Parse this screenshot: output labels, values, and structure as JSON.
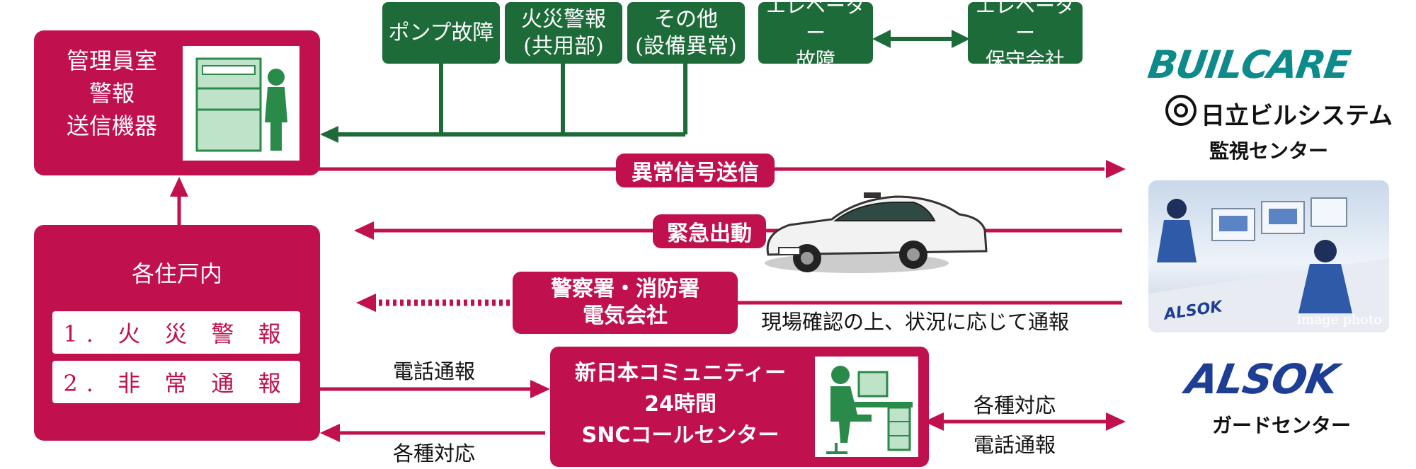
{
  "top_boxes": [
    {
      "label": "ポンプ故障"
    },
    {
      "label": "火災警報\n(共用部)"
    },
    {
      "label": "その他\n(設備異常)"
    },
    {
      "label": "エレベーター\n故障"
    },
    {
      "label": "エレベーター\n保守会社"
    }
  ],
  "manager_room": {
    "label": "管理員室\n警報\n送信機器"
  },
  "residence": {
    "title": "各住戸内",
    "items": [
      "1. 火 災 警 報",
      "2. 非 常 通 報"
    ]
  },
  "signals": {
    "abnormal": "異常信号送信",
    "emergency": "緊急出動",
    "police_fire": "警察署・消防署\n電気会社",
    "confirm_note": "現場確認の上、状況に応じて通報",
    "phone_report": "電話通報",
    "various": "各種対応",
    "right_various": "各種対応",
    "right_phone": "電話通報"
  },
  "call_center": {
    "label": "新日本コミュニティー\n24時間\nSNCコールセンター"
  },
  "right_panel": {
    "buil_logo": "BUILCARE",
    "hitachi_logo": "日立ビルシステム",
    "monitor_center": "監視センター",
    "photo_caption": "image photo",
    "photo_brand": "ALSOK",
    "alsok_logo": "ALSOK",
    "guard_center": "ガードセンター"
  },
  "colors": {
    "crimson": "#c0104e",
    "green": "#1e6b3a",
    "alsok_blue": "#1d3e94",
    "buil_teal": "#0d8a8a"
  }
}
